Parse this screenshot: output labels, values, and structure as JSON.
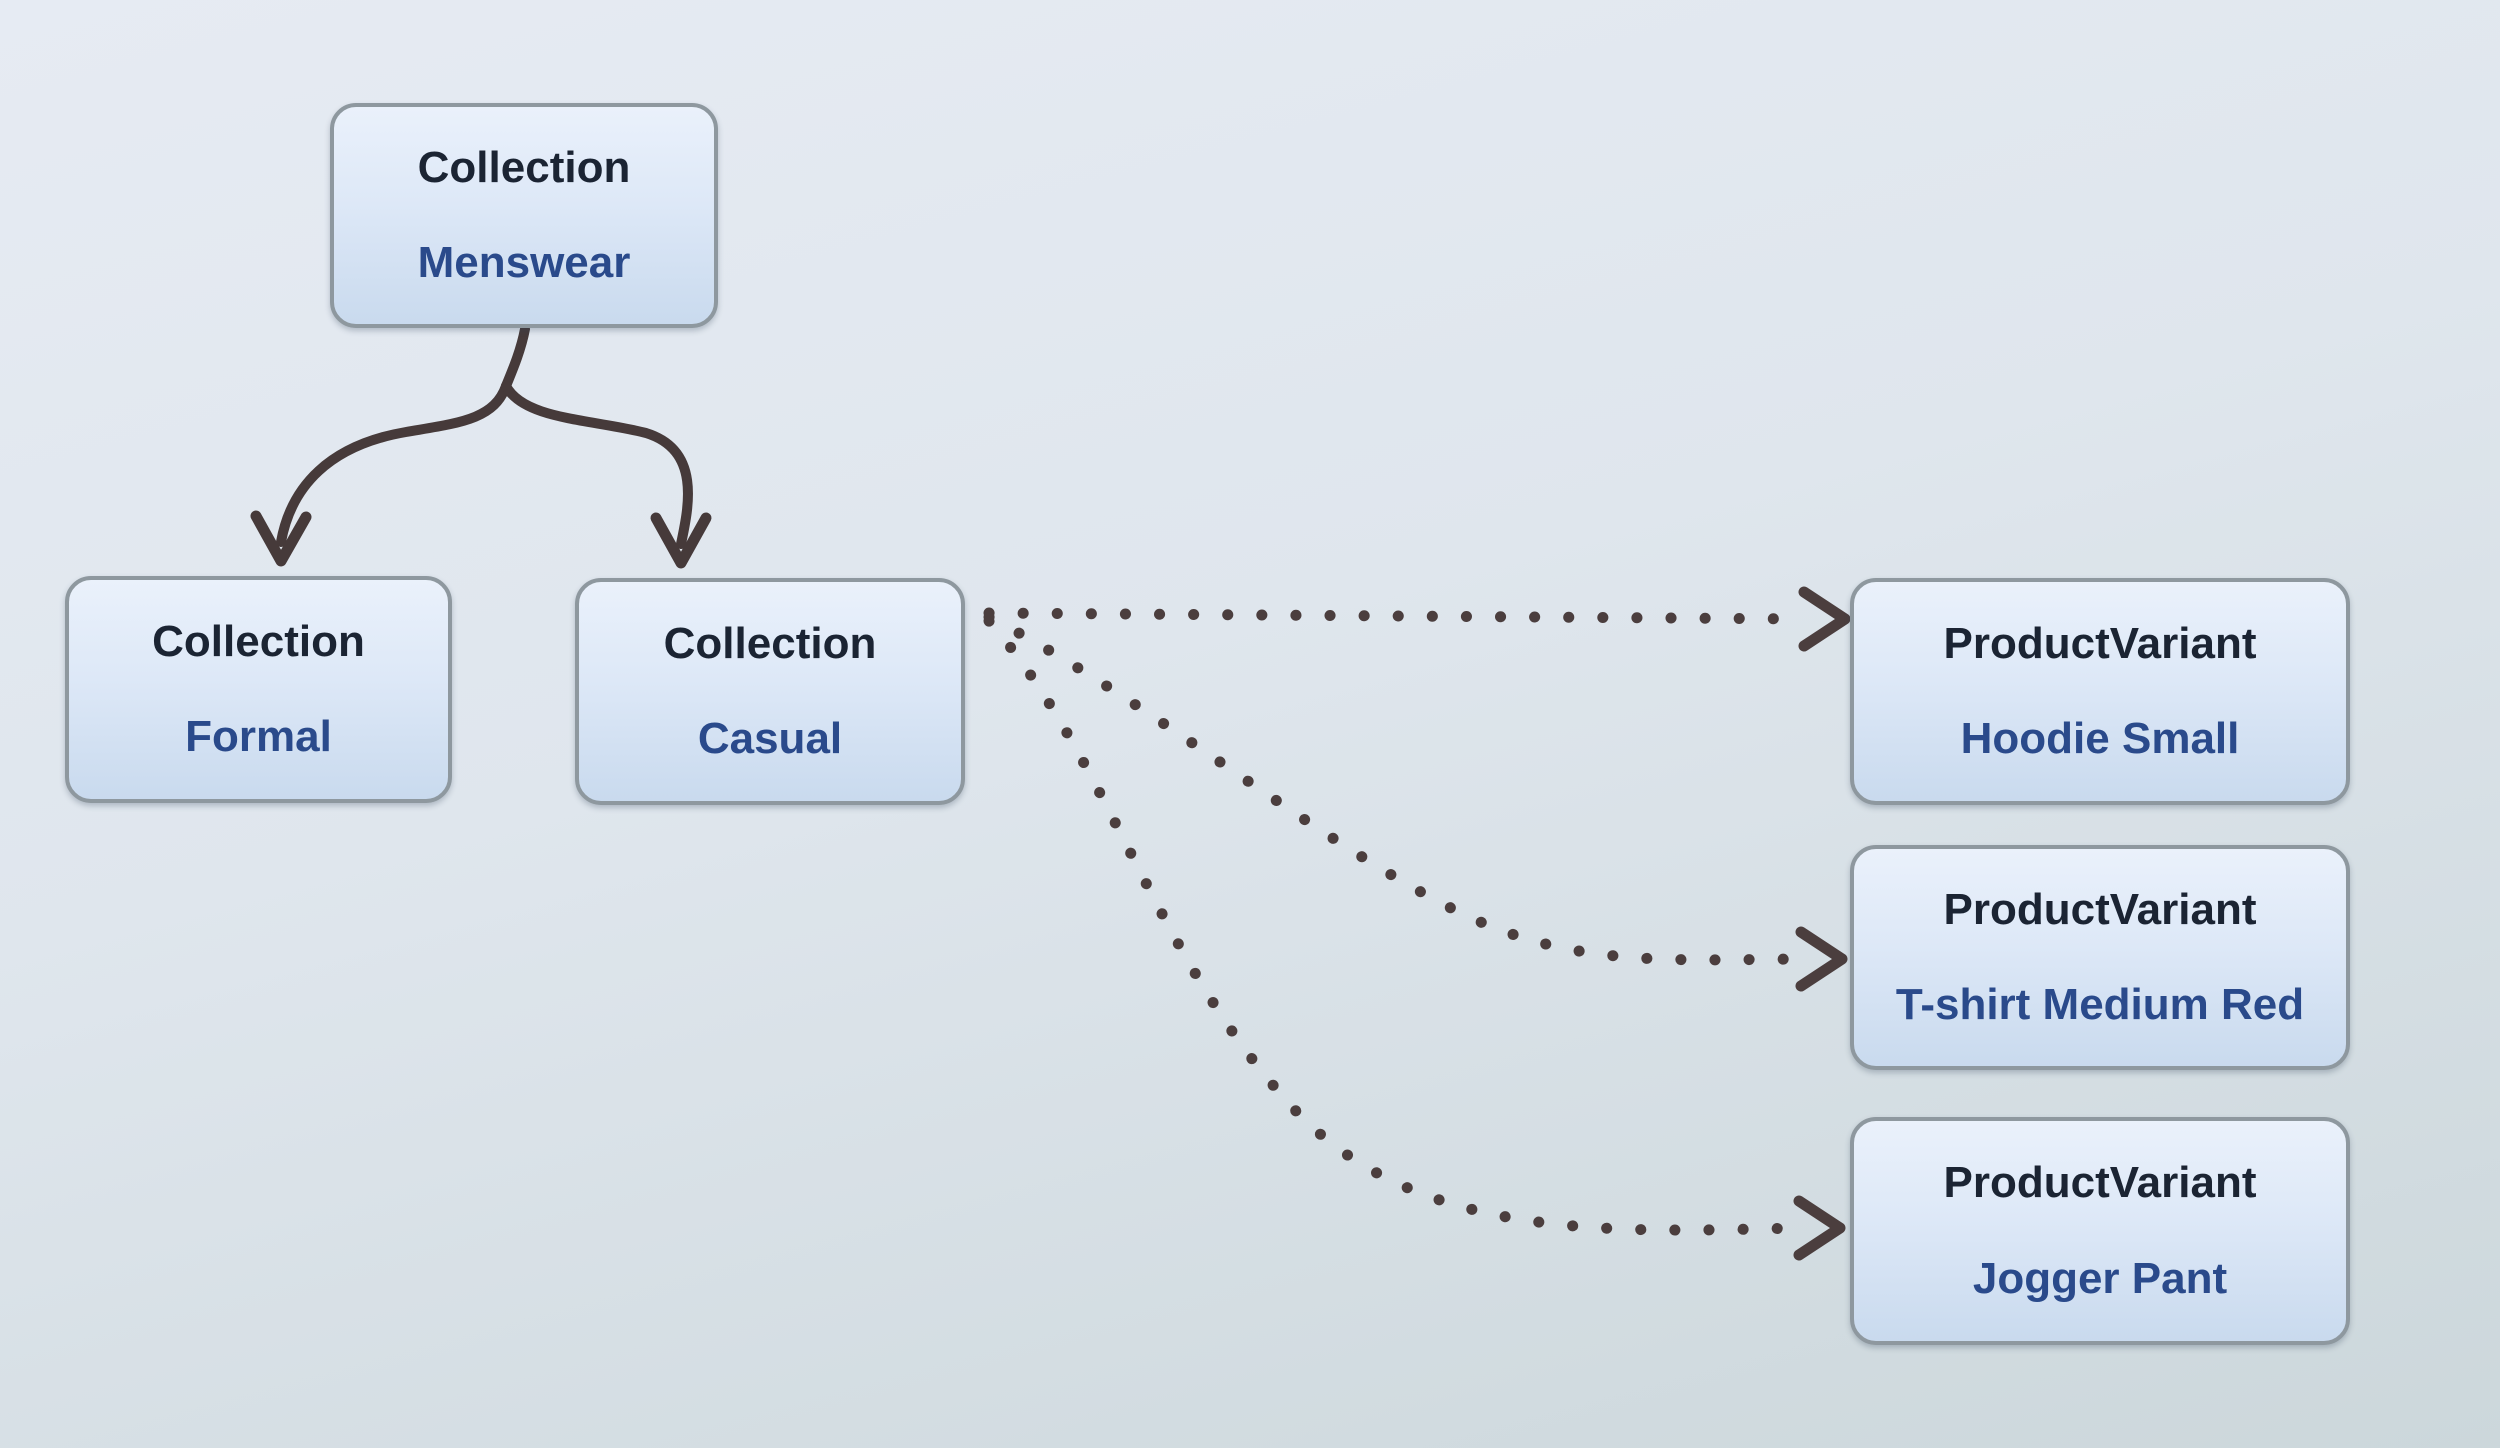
{
  "diagram": {
    "nodes": [
      {
        "id": "menswear",
        "type": "Collection",
        "name": "Menswear"
      },
      {
        "id": "formal",
        "type": "Collection",
        "name": "Formal"
      },
      {
        "id": "casual",
        "type": "Collection",
        "name": "Casual"
      },
      {
        "id": "hoodie",
        "type": "ProductVariant",
        "name": "Hoodie Small"
      },
      {
        "id": "tshirt",
        "type": "ProductVariant",
        "name": "T-shirt Medium Red"
      },
      {
        "id": "jogger",
        "type": "ProductVariant",
        "name": "Jogger Pant"
      }
    ],
    "edges": [
      {
        "from": "Menswear",
        "to": "Formal",
        "style": "solid-arrow"
      },
      {
        "from": "Menswear",
        "to": "Casual",
        "style": "solid-arrow"
      },
      {
        "from": "Casual",
        "to": "Hoodie Small",
        "style": "dotted-arrow"
      },
      {
        "from": "Casual",
        "to": "T-shirt Medium Red",
        "style": "dotted-arrow"
      },
      {
        "from": "Casual",
        "to": "Jogger Pant",
        "style": "dotted-arrow"
      }
    ]
  },
  "colors": {
    "background_top": "#e6ebf3",
    "background_bottom": "#ccd7db",
    "node_fill_top": "#eaf1fb",
    "node_fill_bottom": "#c9daee",
    "node_border": "#8e989f",
    "type_text": "#1b2433",
    "name_text": "#2a4a8b",
    "solid_edge": "#463a3a",
    "dotted_edge": "#4b3e3e"
  }
}
